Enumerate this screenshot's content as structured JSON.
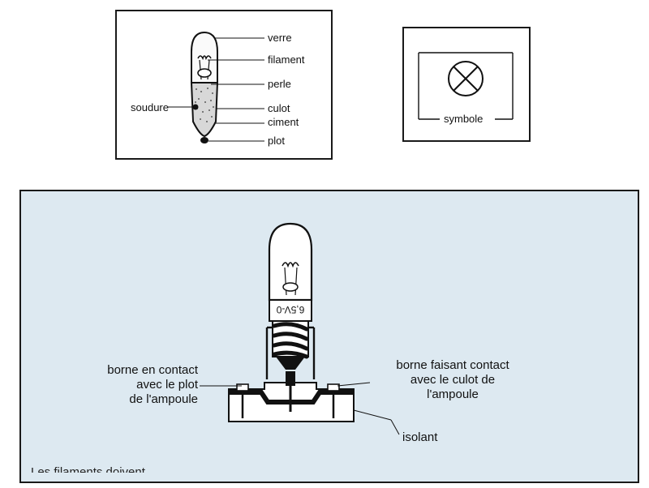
{
  "bulb_labels": {
    "verre": "verre",
    "filament": "filament",
    "perle": "perle",
    "soudure": "soudure",
    "culot": "culot",
    "ciment": "ciment",
    "plot": "plot"
  },
  "symbol": {
    "caption": "symbole"
  },
  "socket": {
    "bulb_marking": "6,5V-0",
    "left_label": [
      "borne en contact",
      "avec le plot",
      "de l'ampoule"
    ],
    "right_label": [
      "borne faisant contact",
      "avec le culot de",
      "l'ampoule"
    ],
    "isolant": "isolant",
    "bottom_fragment": "Les filaments doivent…"
  }
}
